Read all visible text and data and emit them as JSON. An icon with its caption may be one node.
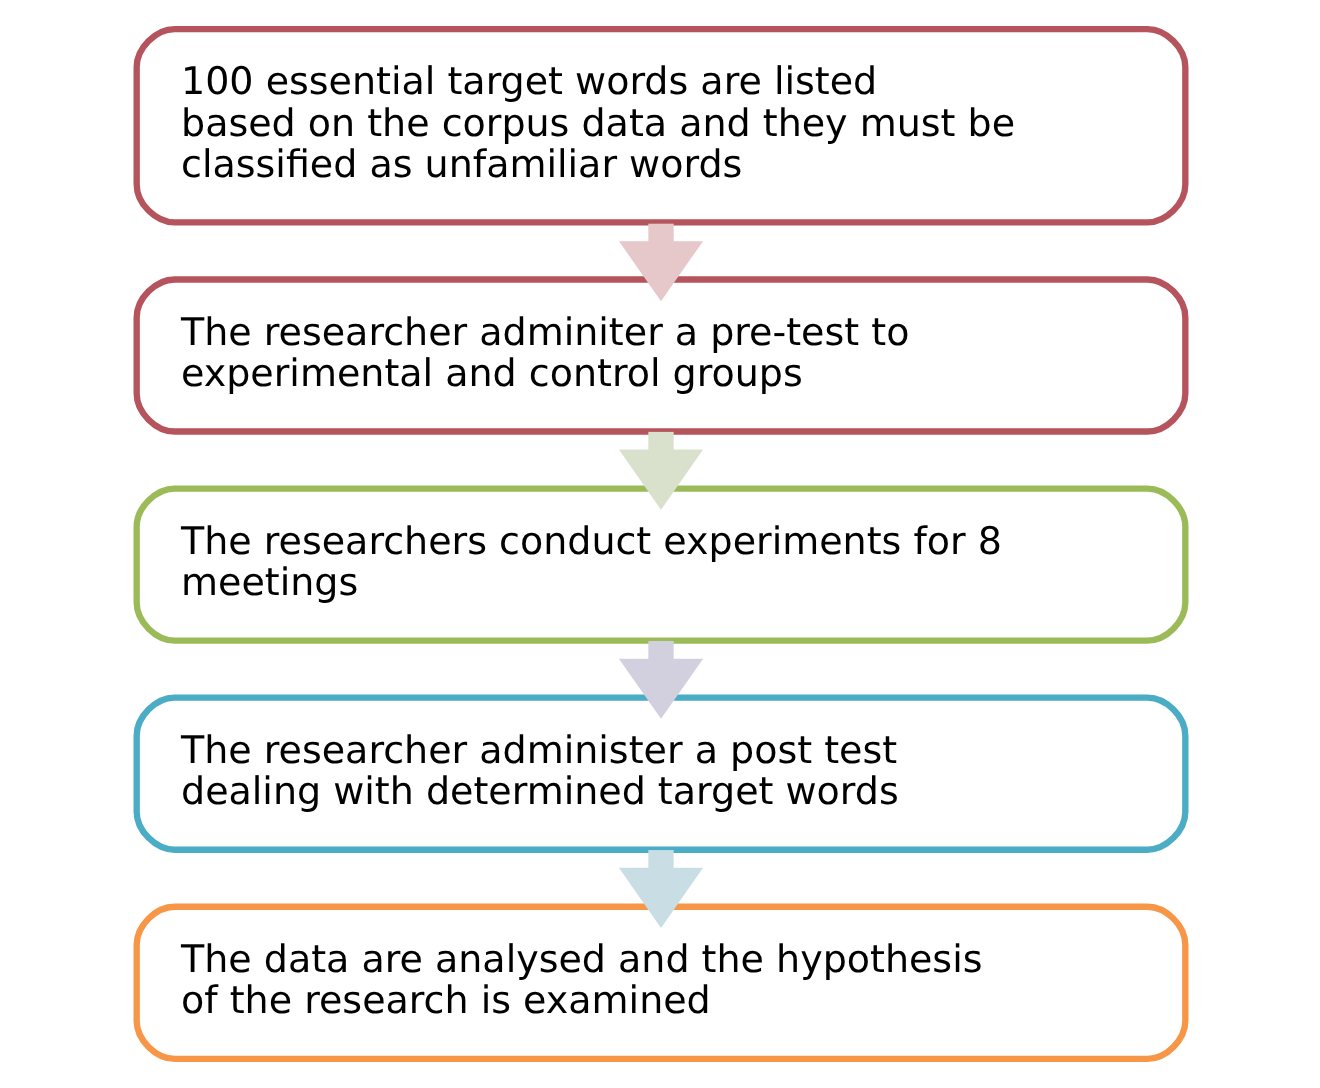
{
  "diagram": {
    "nodes": [
      {
        "text": [
          "100 essential target words are listed based on the corpus data and they must be classified as unfamiliar words"
        ]
      },
      {
        "text": [
          "The researcher adminiter a pre-test to experimental and control groups"
        ]
      },
      {
        "text": [
          "The researchers conduct experiments for 8 meetings"
        ]
      },
      {
        "text": [
          "The researcher administer a post test dealing with determined target words"
        ]
      },
      {
        "text": [
          "The data are analysed and the hypothesis of the research is examined"
        ]
      }
    ],
    "edges": [
      {
        "from": 0,
        "to": 1,
        "arrow": "to",
        "color": "#e6c8cb"
      },
      {
        "from": 1,
        "to": 2,
        "arrow": "to",
        "color": "#d9e0cc"
      },
      {
        "from": 2,
        "to": 3,
        "arrow": "to",
        "color": "#d2d0de"
      },
      {
        "from": 3,
        "to": 4,
        "arrow": "to",
        "color": "#c9dde4"
      }
    ]
  }
}
